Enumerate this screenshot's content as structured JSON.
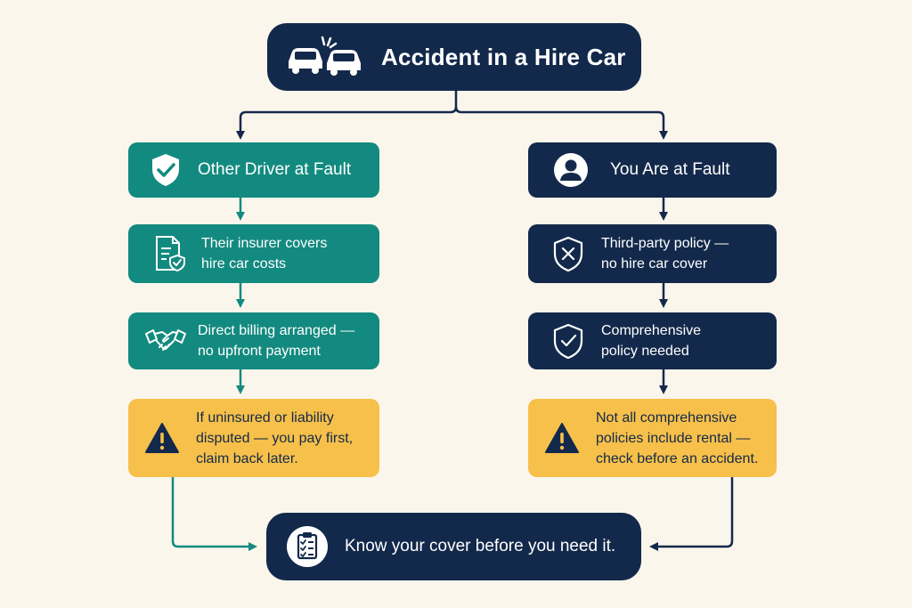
{
  "title": "Accident in a Hire Car",
  "left": {
    "header": "Other Driver at Fault",
    "steps": [
      {
        "line1": "Their insurer covers",
        "line2": "hire car costs"
      },
      {
        "line1": "Direct billing arranged —",
        "line2": "no upfront payment"
      }
    ],
    "warning": {
      "line1": "If uninsured or liability",
      "line2": "disputed — you pay first,",
      "line3": "claim back later."
    }
  },
  "right": {
    "header": "You Are at Fault",
    "steps": [
      {
        "line1": "Third-party policy —",
        "line2": "no hire car cover"
      },
      {
        "line1": "Comprehensive",
        "line2": "policy needed"
      }
    ],
    "warning": {
      "line1": "Not all comprehensive",
      "line2": "policies include rental —",
      "line3": "check before an accident."
    }
  },
  "conclusion": "Know your cover before you need it.",
  "colors": {
    "navy": "#13294b",
    "teal": "#138a7f",
    "yellow": "#f7c04a",
    "background": "#fbf6ec"
  },
  "icons": {
    "title": "car-crash-icon",
    "left_header": "shield-check-icon",
    "left_step1": "document-shield-icon",
    "left_step2": "handshake-icon",
    "left_warning": "warning-triangle-icon",
    "right_header": "user-avatar-icon",
    "right_step1": "shield-x-icon",
    "right_step2": "shield-check-icon",
    "right_warning": "warning-triangle-icon",
    "conclusion": "clipboard-checklist-icon"
  }
}
